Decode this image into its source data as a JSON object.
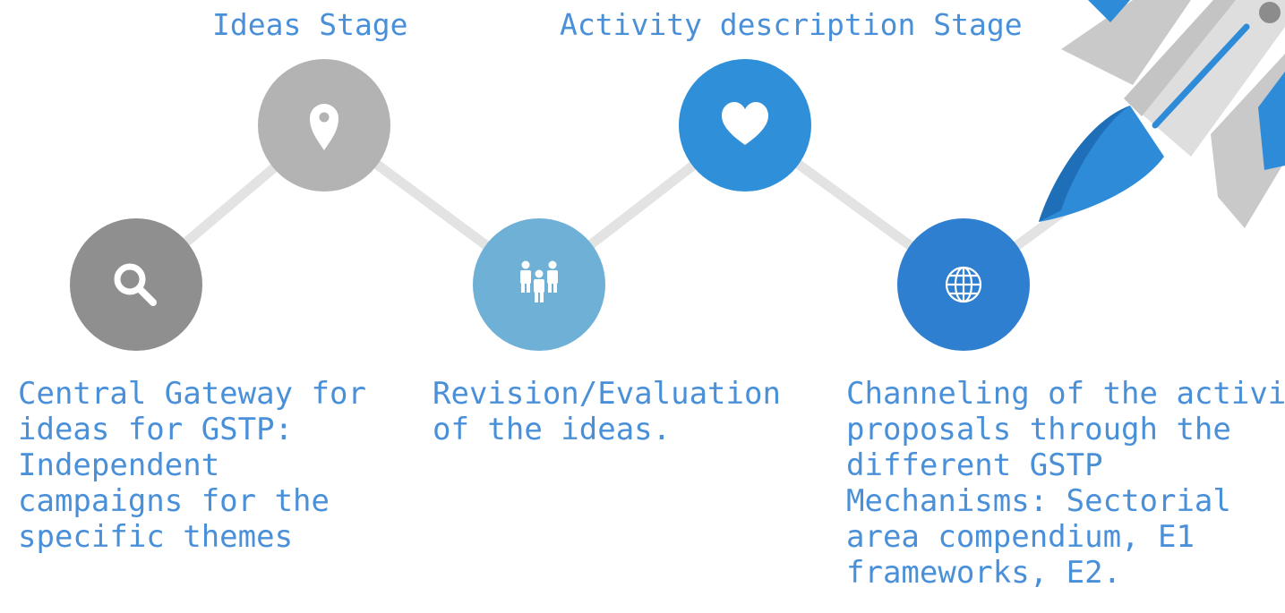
{
  "stages": {
    "ideas": "Ideas Stage",
    "activity": "Activity description Stage"
  },
  "nodes": [
    {
      "id": "search",
      "icon": "search-icon",
      "color": "#8f8f8f"
    },
    {
      "id": "location",
      "icon": "location-pin-icon",
      "color": "#b3b3b3"
    },
    {
      "id": "people",
      "icon": "people-icon",
      "color": "#6fb0d6"
    },
    {
      "id": "heart",
      "icon": "heart-icon",
      "color": "#2f8fd8"
    },
    {
      "id": "globe",
      "icon": "globe-icon",
      "color": "#2e7fcf"
    }
  ],
  "descriptions": {
    "gateway": [
      "Central Gateway for",
      "ideas for GSTP:",
      "Independent",
      "campaigns for the",
      "specific themes"
    ],
    "revision": [
      "Revision/Evaluation",
      "of the ideas."
    ],
    "channeling": [
      "Channeling of the activity",
      "proposals through the",
      "different GSTP",
      "Mechanisms: Sectorial",
      "area compendium, E1",
      "frameworks, E2."
    ]
  },
  "colors": {
    "text": "#4a90d9",
    "connector": "#e3e3e3",
    "rocket_body": "#d9d9d9",
    "rocket_accent": "#2e8bd8"
  }
}
